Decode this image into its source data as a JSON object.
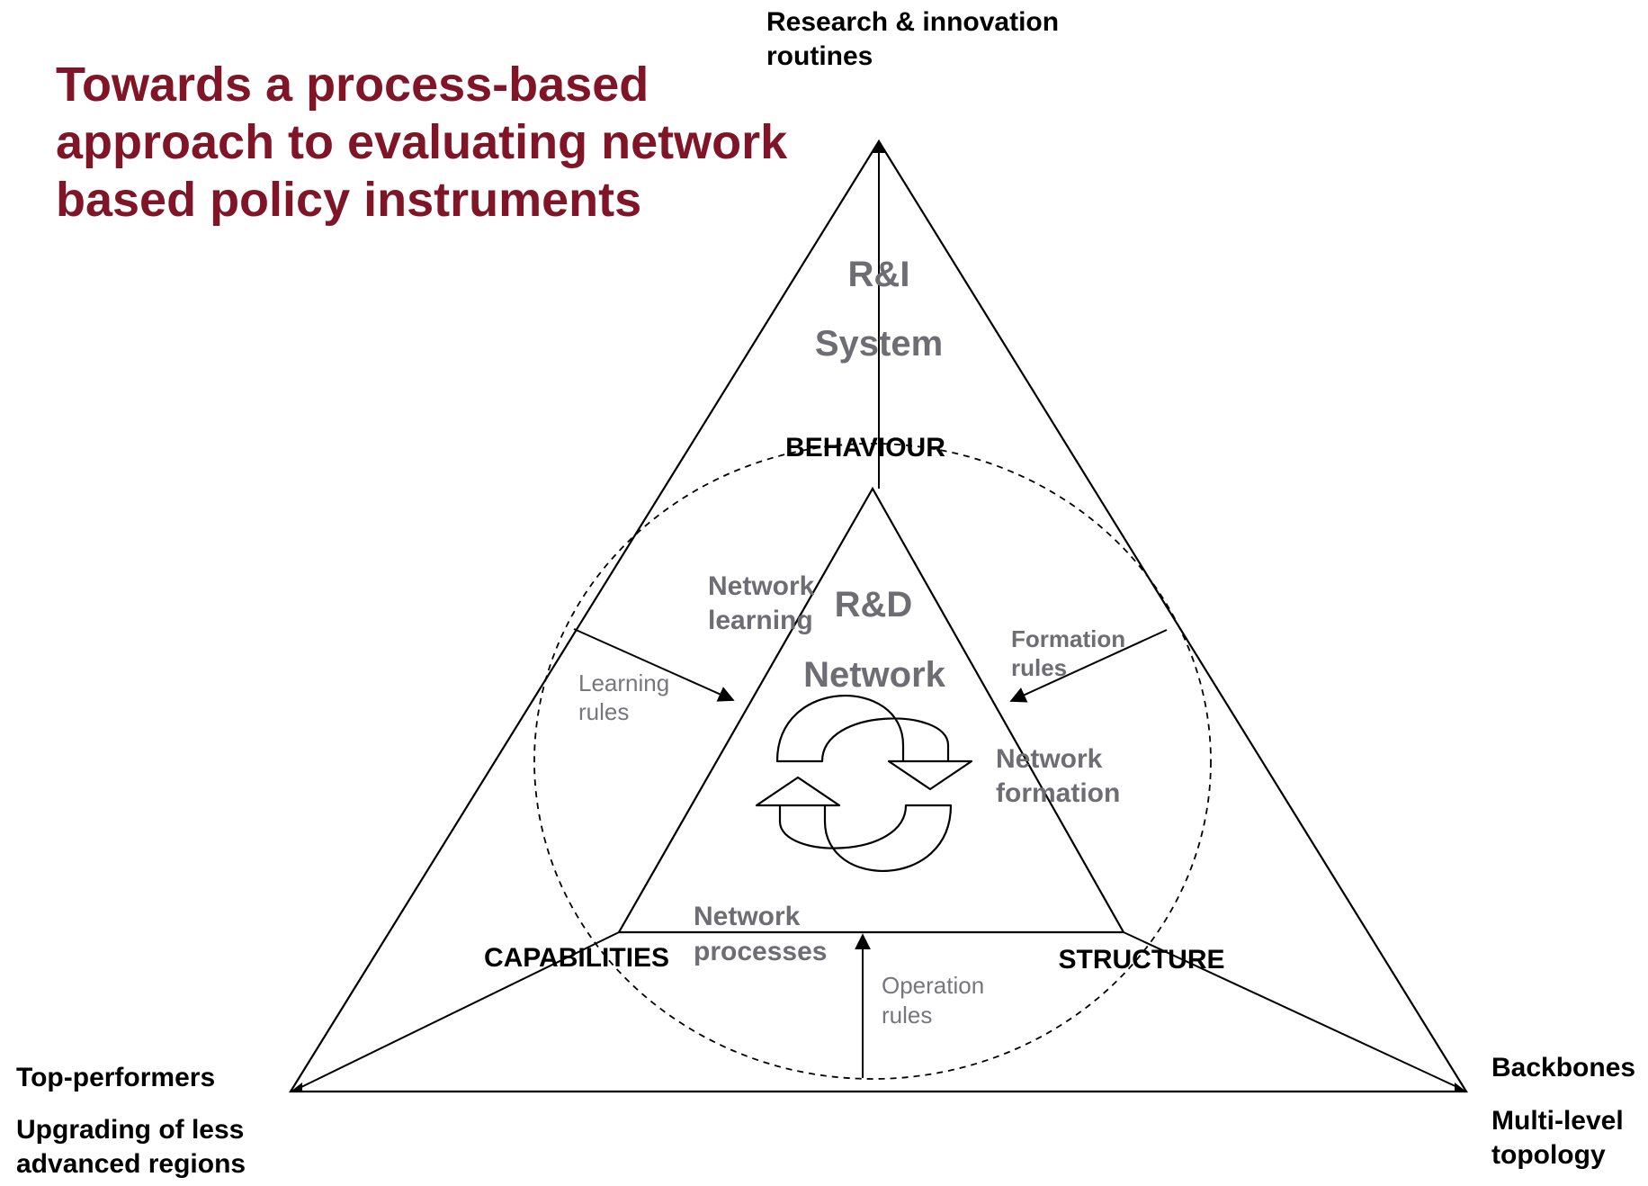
{
  "title_lines": [
    "Towards a process-based",
    "approach to evaluating network",
    "based policy instruments"
  ],
  "top_label": [
    "Research & innovation",
    "routines"
  ],
  "left_labels": {
    "first": "Top-performers",
    "second": [
      "Upgrading of less",
      "advanced regions"
    ]
  },
  "right_labels": {
    "first": "Backbones",
    "second": [
      "Multi-level",
      "topology"
    ]
  },
  "outer_center": [
    "R&I",
    "System"
  ],
  "vertex_labels": {
    "behaviour": "BEHAVIOUR",
    "capabilities": "CAPABILITIES",
    "structure": "STRUCTURE"
  },
  "inner_center": [
    "R&D",
    "Network"
  ],
  "process_labels": {
    "learning": [
      "Network",
      "learning"
    ],
    "formation": [
      "Network",
      "formation"
    ],
    "processes": [
      "Network",
      "processes"
    ]
  },
  "rule_labels": {
    "learning": [
      "Learning",
      "rules"
    ],
    "formation": [
      "Formation",
      "rules"
    ],
    "operation": [
      "Operation",
      "rules"
    ]
  },
  "colors": {
    "title": "#7f1527",
    "grey_text": "#6d6d73",
    "light_grey_text": "#76767c",
    "lines": "#000000"
  }
}
